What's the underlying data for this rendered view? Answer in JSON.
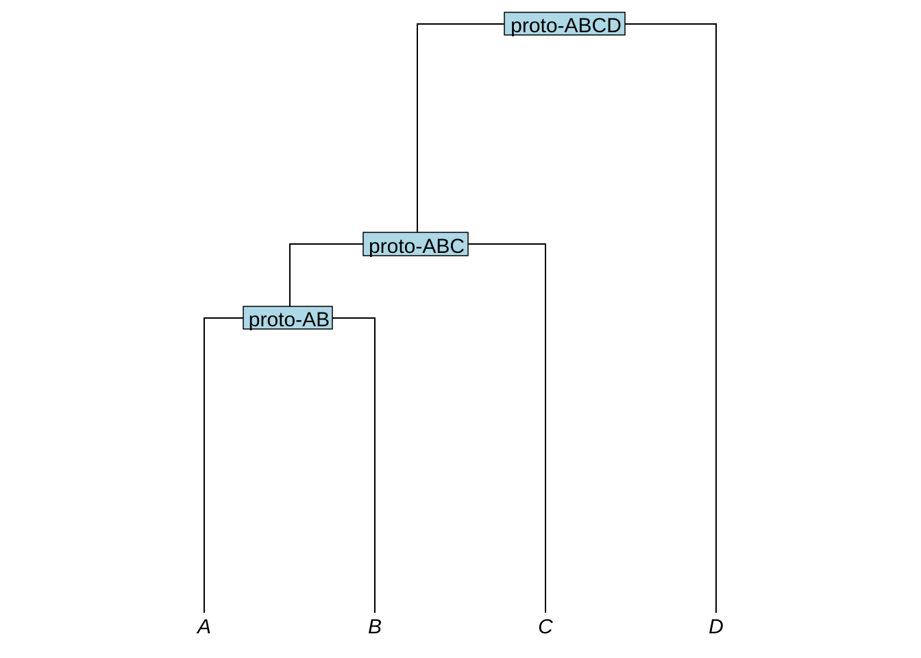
{
  "diagram": {
    "type": "cladogram",
    "node_fill": "#add8e6",
    "line_color": "#000000",
    "tips": [
      "A",
      "B",
      "C",
      "D"
    ],
    "nodes": {
      "proto_ab": {
        "label": "proto-AB",
        "children": [
          "A",
          "B"
        ]
      },
      "proto_abc": {
        "label": "proto-ABC",
        "children": [
          "proto_ab",
          "C"
        ]
      },
      "proto_abcd": {
        "label": "proto-ABCD",
        "children": [
          "proto_abc",
          "D"
        ]
      }
    }
  }
}
